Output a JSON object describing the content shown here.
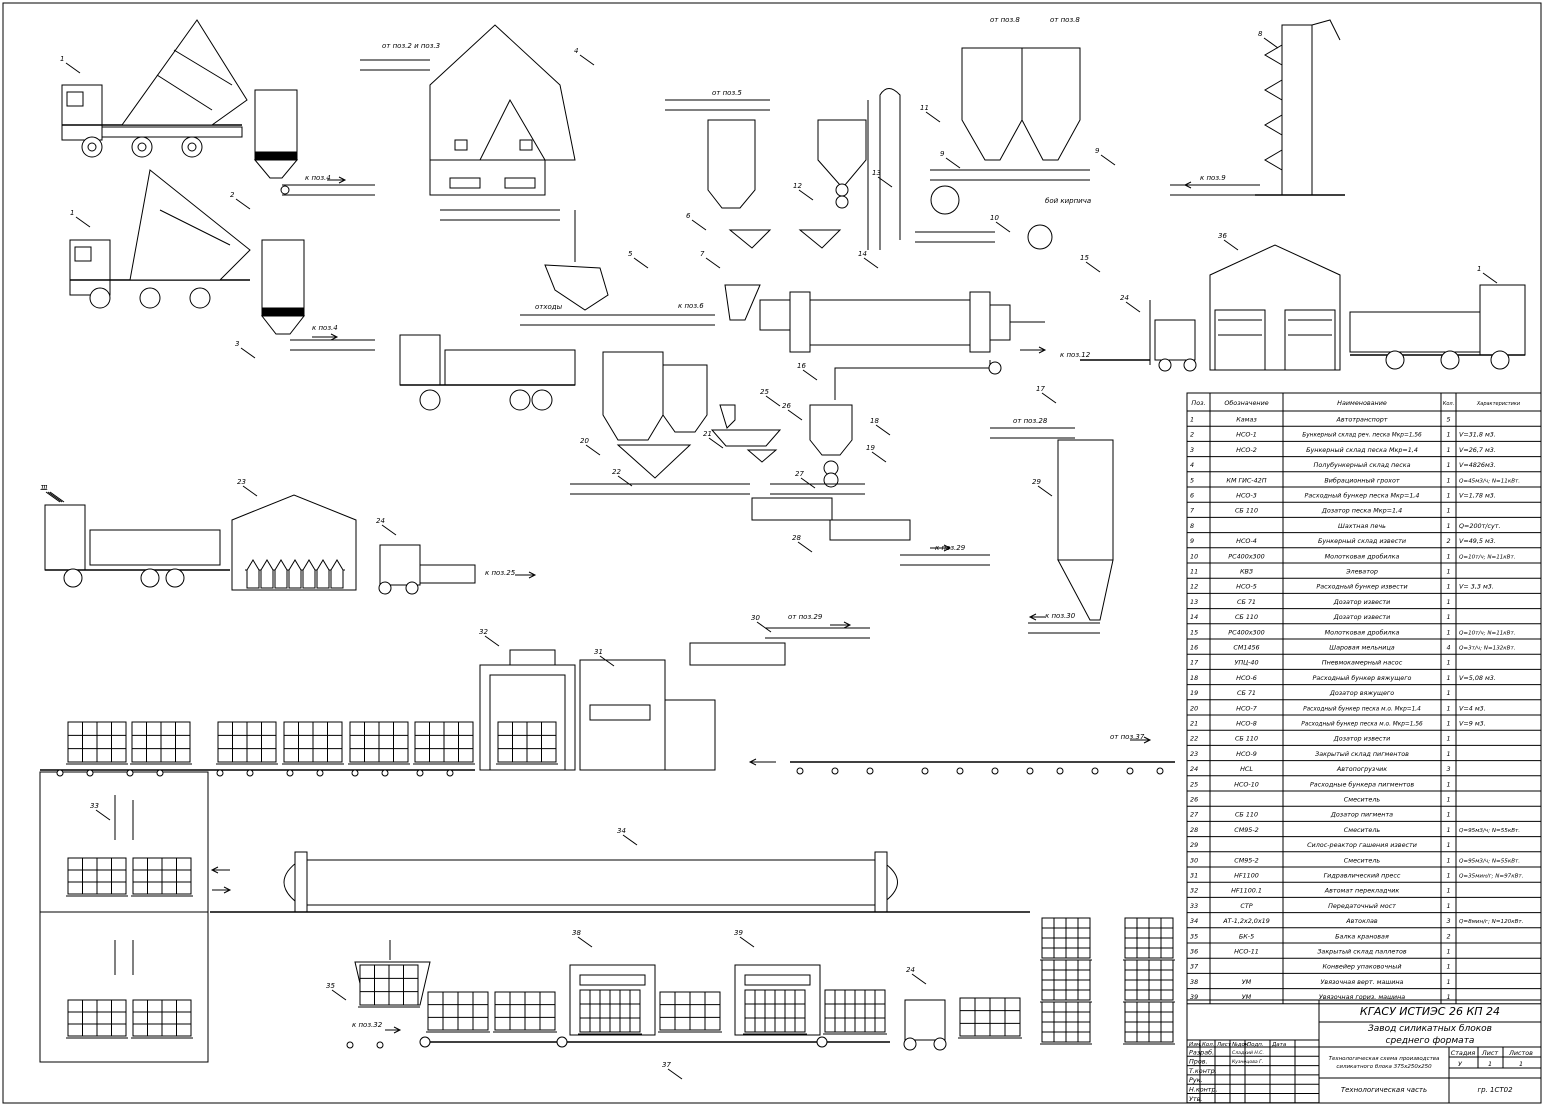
{
  "labels": [
    {
      "t": "от поз.2 и поз.3"
    },
    {
      "t": "от поз.5"
    },
    {
      "t": "от поз.8"
    },
    {
      "t": "от поз.8"
    },
    {
      "t": "к поз.4"
    },
    {
      "t": "к поз.4"
    },
    {
      "t": "отходы"
    },
    {
      "t": "к поз.6"
    },
    {
      "t": "бой кирпича"
    },
    {
      "t": "к поз.9"
    },
    {
      "t": "к поз.12"
    },
    {
      "t": "от поз.28"
    },
    {
      "t": "к поз.29"
    },
    {
      "t": "к поз.25"
    },
    {
      "t": "от поз.29"
    },
    {
      "t": "к поз.30"
    },
    {
      "t": "от поз.37"
    },
    {
      "t": "к поз.32"
    }
  ],
  "positions": [
    "1",
    "1",
    "2",
    "1",
    "3",
    "4",
    "5",
    "6",
    "7",
    "8",
    "9",
    "9",
    "10",
    "11",
    "12",
    "13",
    "14",
    "15",
    "1",
    "16",
    "17",
    "36",
    "1",
    "24",
    "18",
    "19",
    "20",
    "21",
    "22",
    "25",
    "26",
    "27",
    "28",
    "29",
    "23",
    "24",
    "1",
    "30",
    "31",
    "32",
    "33",
    "34",
    "35",
    "38",
    "39",
    "24",
    "37"
  ],
  "table": {
    "headers": {
      "pos": "Поз.",
      "code": "Обозначение",
      "name": "Наименование",
      "qty": "Кол.",
      "spec": "Характеристики"
    },
    "rows": [
      {
        "pos": "1",
        "code": "Камаз",
        "name": "Автотранспорт",
        "qty": "5",
        "spec": ""
      },
      {
        "pos": "2",
        "code": "НСО-1",
        "name": "Бункерный склад реч. песка Мкр=1,56",
        "qty": "1",
        "spec": "V=31,8 м3."
      },
      {
        "pos": "3",
        "code": "НСО-2",
        "name": "Бункерный склад песка Мкр=1,4",
        "qty": "1",
        "spec": "V=26,7 м3."
      },
      {
        "pos": "4",
        "code": "",
        "name": "Полубункерный склад песка",
        "qty": "1",
        "spec": "V=4826м3."
      },
      {
        "pos": "5",
        "code": "КМ ГИС-42П",
        "name": "Вибрационный грохот",
        "qty": "1",
        "spec": "Q=45м3/ч; N=11кВт."
      },
      {
        "pos": "6",
        "code": "НСО-3",
        "name": "Расходный бункер песка Мкр=1,4",
        "qty": "1",
        "spec": "V=1,78 м3."
      },
      {
        "pos": "7",
        "code": "СБ 110",
        "name": "Дозатор песка Мкр=1,4",
        "qty": "1",
        "spec": ""
      },
      {
        "pos": "8",
        "code": "",
        "name": "Шахтная печь",
        "qty": "1",
        "spec": "Q=200т/сут."
      },
      {
        "pos": "9",
        "code": "НСО-4",
        "name": "Бункерный склад извести",
        "qty": "2",
        "spec": "V=49,5 м3."
      },
      {
        "pos": "10",
        "code": "РС400х300",
        "name": "Молотковая дробилка",
        "qty": "1",
        "spec": "Q=10т/ч; N=11кВт."
      },
      {
        "pos": "11",
        "code": "КВЗ",
        "name": "Элеватор",
        "qty": "1",
        "spec": ""
      },
      {
        "pos": "12",
        "code": "НСО-5",
        "name": "Расходный бункер извести",
        "qty": "1",
        "spec": "V= 3,3 м3."
      },
      {
        "pos": "13",
        "code": "СБ 71",
        "name": "Дозатор извести",
        "qty": "1",
        "spec": ""
      },
      {
        "pos": "14",
        "code": "СБ 110",
        "name": "Дозатор извести",
        "qty": "1",
        "spec": ""
      },
      {
        "pos": "15",
        "code": "РС400х300",
        "name": "Молотковая дробилка",
        "qty": "1",
        "spec": "Q=10т/ч; N=11кВт."
      },
      {
        "pos": "16",
        "code": "СМ1456",
        "name": "Шаровая мельница",
        "qty": "4",
        "spec": "Q=3т/ч; N=132кВт."
      },
      {
        "pos": "17",
        "code": "УПЦ-40",
        "name": "Пневмокамерный насос",
        "qty": "1",
        "spec": ""
      },
      {
        "pos": "18",
        "code": "НСО-6",
        "name": "Расходный бункер вяжущего",
        "qty": "1",
        "spec": "V=5,08 м3."
      },
      {
        "pos": "19",
        "code": "СБ 71",
        "name": "Дозатор вяжущего",
        "qty": "1",
        "spec": ""
      },
      {
        "pos": "20",
        "code": "НСО-7",
        "name": "Расходный бункер песка м.о. Мкр=1,4",
        "qty": "1",
        "spec": "V=4 м3."
      },
      {
        "pos": "21",
        "code": "НСО-8",
        "name": "Расходный бункер песка м.о. Мкр=1,56",
        "qty": "1",
        "spec": "V=9 м3."
      },
      {
        "pos": "22",
        "code": "СБ 110",
        "name": "Дозатор извести",
        "qty": "1",
        "spec": ""
      },
      {
        "pos": "23",
        "code": "НСО-9",
        "name": "Закрытый склад пигментов",
        "qty": "1",
        "spec": ""
      },
      {
        "pos": "24",
        "code": "HCL",
        "name": "Автопогрузчик",
        "qty": "3",
        "spec": ""
      },
      {
        "pos": "25",
        "code": "НСО-10",
        "name": "Расходные бункера пигментов",
        "qty": "1",
        "spec": ""
      },
      {
        "pos": "26",
        "code": "",
        "name": "Смеситель",
        "qty": "1",
        "spec": ""
      },
      {
        "pos": "27",
        "code": "СБ 110",
        "name": "Дозатор пигмента",
        "qty": "1",
        "spec": ""
      },
      {
        "pos": "28",
        "code": "СМ95-2",
        "name": "Смеситель",
        "qty": "1",
        "spec": "Q=95м3/ч; N=55кВт."
      },
      {
        "pos": "29",
        "code": "",
        "name": "Силос-реактор гашения извести",
        "qty": "1",
        "spec": ""
      },
      {
        "pos": "30",
        "code": "СМ95-2",
        "name": "Смеситель",
        "qty": "1",
        "spec": "Q=95м3/ч; N=55кВт."
      },
      {
        "pos": "31",
        "code": "HF1100",
        "name": "Гидравлический пресс",
        "qty": "1",
        "spec": "Q=35мин/г; N=97кВт."
      },
      {
        "pos": "32",
        "code": "HF1100.1",
        "name": "Автомат перекладчик",
        "qty": "1",
        "spec": ""
      },
      {
        "pos": "33",
        "code": "СТР",
        "name": "Передаточный мост",
        "qty": "1",
        "spec": ""
      },
      {
        "pos": "34",
        "code": "АТ-1,2х2,0х19",
        "name": "Автоклав",
        "qty": "3",
        "spec": "Q=8мин/г; N=120кВт."
      },
      {
        "pos": "35",
        "code": "БК-5",
        "name": "Балка крановая",
        "qty": "2",
        "spec": ""
      },
      {
        "pos": "36",
        "code": "НСО-11",
        "name": "Закрытый склад паллетов",
        "qty": "1",
        "spec": ""
      },
      {
        "pos": "37",
        "code": "",
        "name": "Конвейер упаковочный",
        "qty": "1",
        "spec": ""
      },
      {
        "pos": "38",
        "code": "УМ",
        "name": "Увязочная верт. машина",
        "qty": "1",
        "spec": ""
      },
      {
        "pos": "39",
        "code": "УМ",
        "name": "Увязочная гориз. машина",
        "qty": "1",
        "spec": ""
      }
    ]
  },
  "stamp": {
    "doc_code": "КГАСУ ИСТИЭС 26 КП 24",
    "title_line1": "Завод силикатных блоков",
    "title_line2": "среднего формата",
    "sheet_desc_line1": "Технологическая схема производства",
    "sheet_desc_line2": "силикатного блока 375х250х250",
    "part": "Технологическая часть",
    "group": "гр. 1СТ02",
    "stage_h": "Стадия",
    "sheet_h": "Лист",
    "sheets_h": "Листов",
    "stage": "У",
    "sheet": "1",
    "sheets": "1",
    "hdr": [
      "Изм.",
      "Кол.",
      "Лист",
      "№док.",
      "Подп.",
      "Дата"
    ],
    "roles": [
      "Разраб.",
      "Пров.",
      "Т.контр.",
      "Рук.",
      "Н.контр.",
      "Утв."
    ],
    "people": [
      "Сладкий Н.С.",
      "Кузнецова Г."
    ]
  }
}
